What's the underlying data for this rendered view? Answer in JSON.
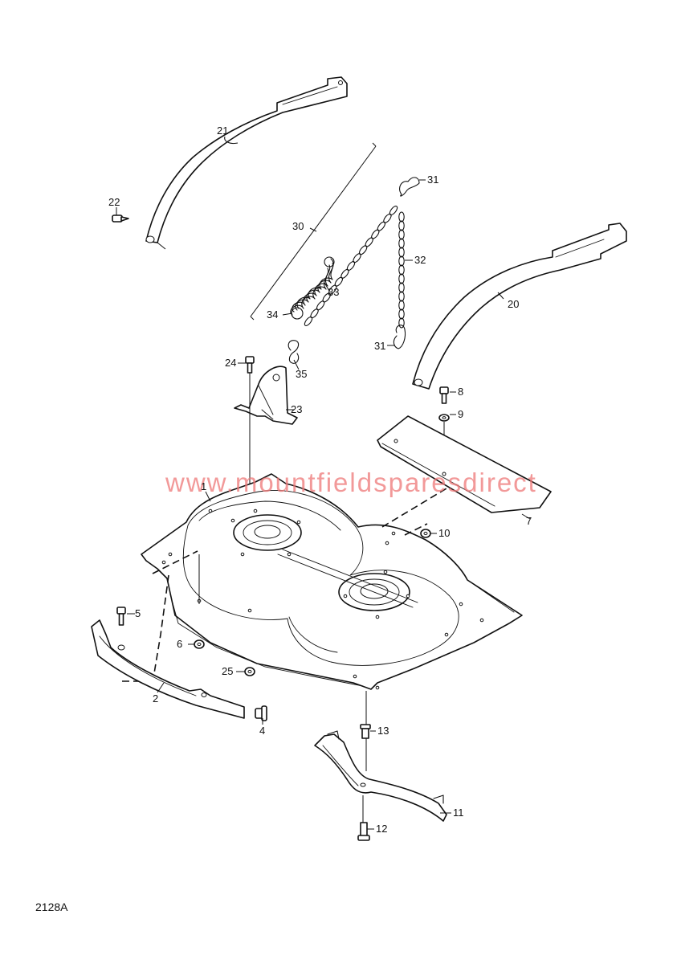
{
  "diagram": {
    "watermark": "www.mountfieldsparesdirect",
    "reference_code": "2128A",
    "callouts": {
      "c1": "1",
      "c2": "2",
      "c4": "4",
      "c5": "5",
      "c6": "6",
      "c7": "7",
      "c8": "8",
      "c9": "9",
      "c10": "10",
      "c11": "11",
      "c12": "12",
      "c13": "13",
      "c20": "20",
      "c21": "21",
      "c22": "22",
      "c23": "23",
      "c24": "24",
      "c25": "25",
      "c30": "30",
      "c31a": "31",
      "c31b": "31",
      "c32": "32",
      "c33": "33",
      "c34": "34",
      "c35": "35"
    }
  }
}
